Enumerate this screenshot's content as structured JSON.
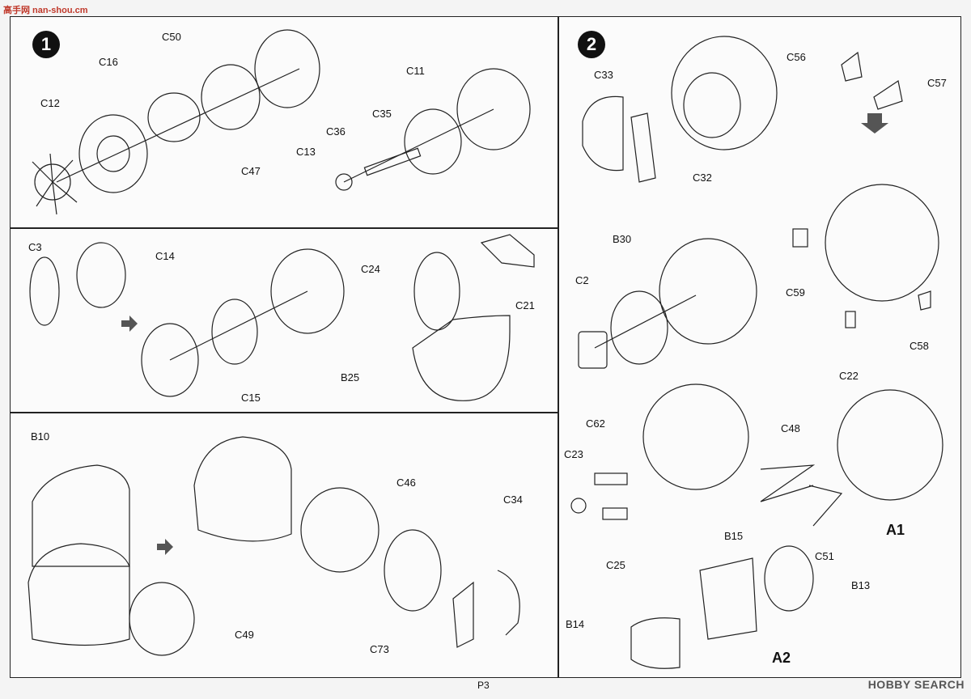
{
  "watermark_top": "高手网 nan-shou.cm",
  "watermark_bottom": "HOBBY SEARCH",
  "page_number": "P3",
  "steps": {
    "one": "1",
    "two": "2"
  },
  "assembly_markers": {
    "a1": "A1",
    "a2": "A2"
  },
  "part_labels": {
    "c12": "C12",
    "c16": "C16",
    "c50": "C50",
    "c47": "C47",
    "c13": "C13",
    "c11": "C11",
    "c35": "C35",
    "c36": "C36",
    "c3": "C3",
    "c14": "C14",
    "c15": "C15",
    "c24": "C24",
    "c21": "C21",
    "b25": "B25",
    "b10": "B10",
    "c46": "C46",
    "c34": "C34",
    "c49": "C49",
    "c73": "C73",
    "c33": "C33",
    "c32": "C32",
    "c56": "C56",
    "c57": "C57",
    "b30": "B30",
    "c2": "C2",
    "c59": "C59",
    "c58": "C58",
    "c22": "C22",
    "c62": "C62",
    "c23": "C23",
    "c25": "C25",
    "c48": "C48",
    "c51": "C51",
    "b15": "B15",
    "b13": "B13",
    "b14": "B14"
  }
}
